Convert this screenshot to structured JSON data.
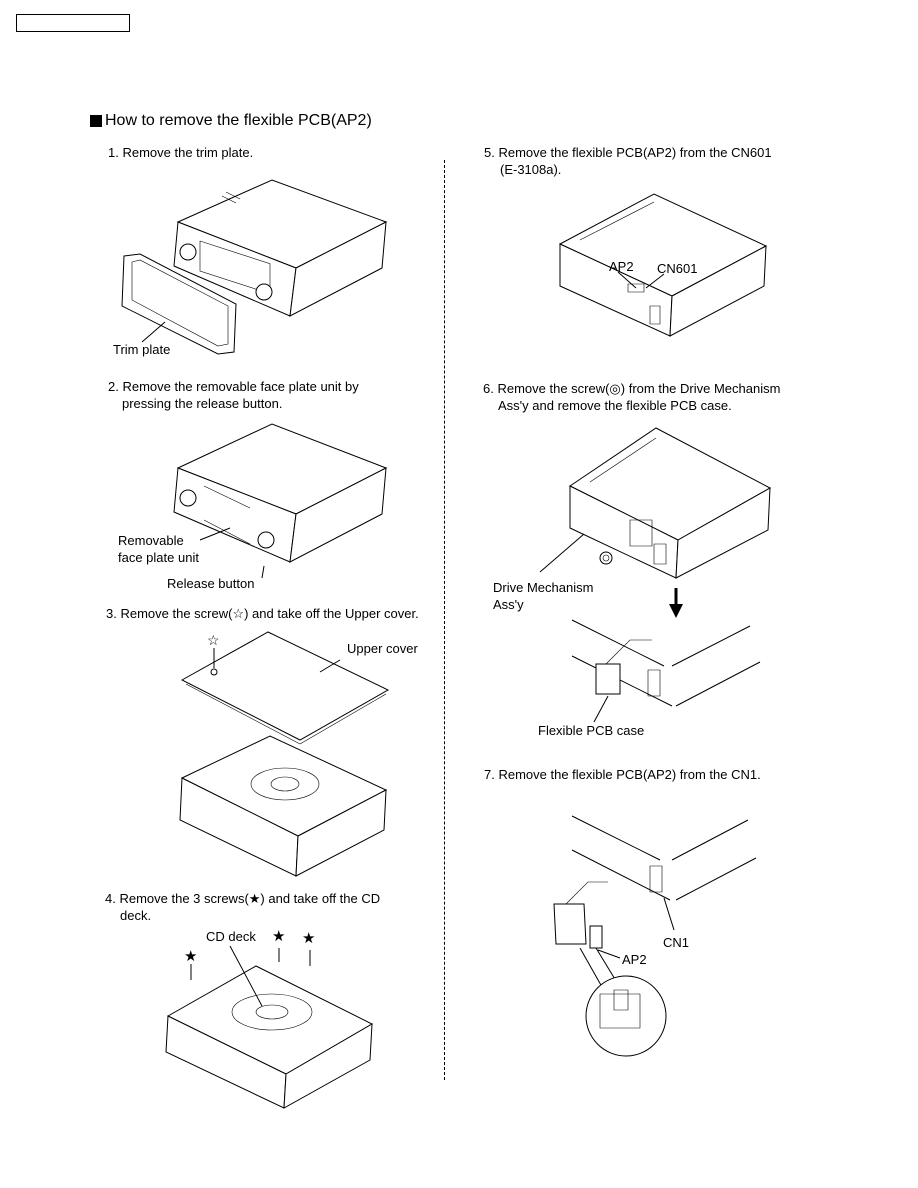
{
  "header": {
    "box_text": ""
  },
  "title": "How to remove the flexible PCB(AP2)",
  "steps": {
    "s1": "1. Remove the trim plate.",
    "s2_l1": "2. Remove the removable face plate unit by",
    "s2_l2": "pressing the release button.",
    "s3": "3. Remove the screw(☆) and take off the Upper cover.",
    "s4_l1": "4. Remove the 3 screws(★) and take off the CD",
    "s4_l2": "deck.",
    "s5_l1": "5. Remove the flexible PCB(AP2) from the CN601",
    "s5_l2": "(E-3108a).",
    "s6_l1": "6. Remove the screw(◎) from the Drive Mechanism",
    "s6_l2": "Ass'y and remove the flexible PCB case.",
    "s7": "7. Remove the flexible PCB(AP2) from the CN1."
  },
  "labels": {
    "trim_plate": "Trim plate",
    "removable_l1": "Removable",
    "removable_l2": "face plate unit",
    "release_button": "Release button",
    "upper_cover": "Upper cover",
    "cd_deck": "CD deck",
    "ap2_a": "AP2",
    "cn601": "CN601",
    "drive_l1": "Drive Mechanism",
    "drive_l2": "Ass'y",
    "flex_case": "Flexible PCB case",
    "cn1": "CN1",
    "ap2_b": "AP2"
  },
  "symbols": {
    "open_star": "☆",
    "filled_star": "★",
    "double_circle": "◎"
  }
}
